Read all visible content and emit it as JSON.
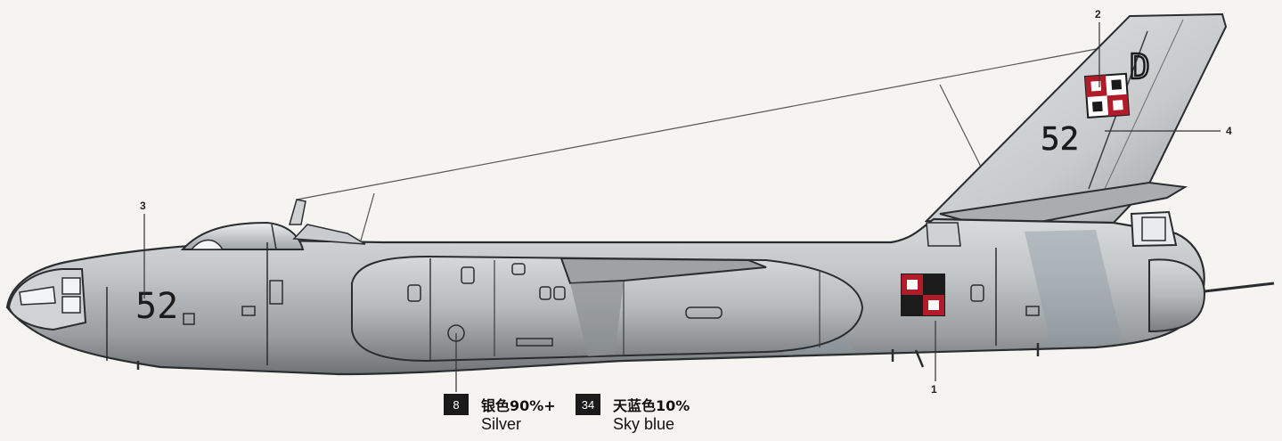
{
  "aircraft": {
    "fuselage_number": "52",
    "fin_number": "52",
    "fin_letter": "D"
  },
  "callouts": [
    {
      "id": "1",
      "label": "1"
    },
    {
      "id": "2",
      "label": "2"
    },
    {
      "id": "3",
      "label": "3"
    },
    {
      "id": "4",
      "label": "4"
    }
  ],
  "legend": [
    {
      "code": "8",
      "cn": "银色90%+",
      "en": "Silver",
      "color": "#b9bcbd"
    },
    {
      "code": "34",
      "cn": "天蓝色10%",
      "en": "Sky blue",
      "color": "#a9b7c0"
    }
  ],
  "colors": {
    "silver": "#b9bcbd",
    "dark_silver": "#7d8285",
    "outline": "#2a2d30",
    "insignia_red": "#b01c2a",
    "insignia_white": "#ffffff"
  }
}
